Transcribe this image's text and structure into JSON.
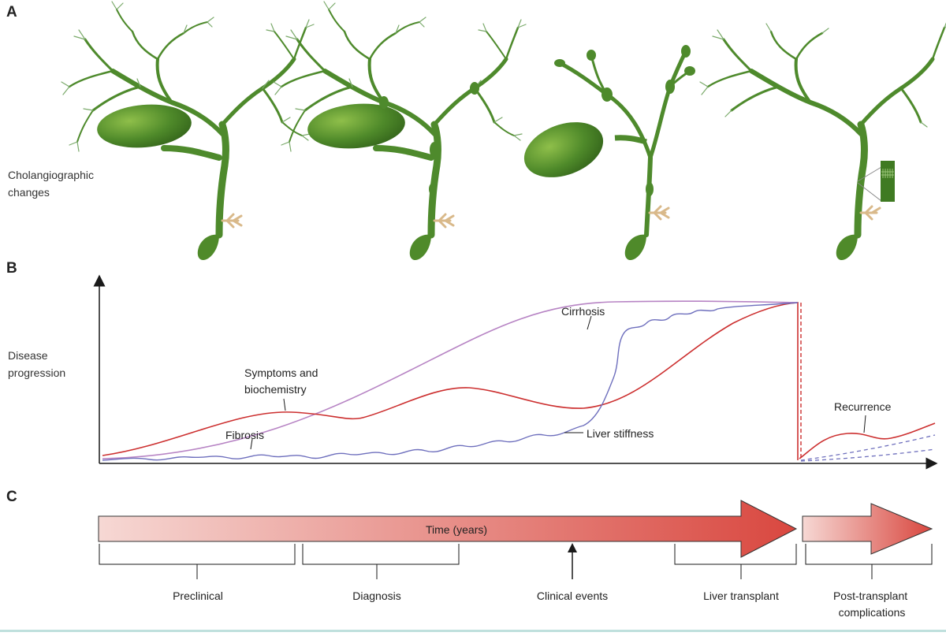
{
  "panel_a": {
    "letter": "A",
    "row_label": "Cholangiographic\nchanges"
  },
  "panel_b": {
    "letter": "B",
    "y_label": "Disease\nprogression",
    "curve_labels": {
      "cirrhosis": "Cirrhosis",
      "symptoms": "Symptoms and\nbiochemistry",
      "fibrosis": "Fibrosis",
      "liver_stiffness": "Liver stiffness",
      "recurrence": "Recurrence"
    },
    "colors": {
      "cirrhosis": "#b784c4",
      "symptoms": "#cc2f2f",
      "liver_stiffness": "#6e6fbd",
      "axis": "#1a1a1a"
    }
  },
  "panel_c": {
    "letter": "C",
    "arrow_label": "Time (years)",
    "phases": [
      "Preclinical",
      "Diagnosis",
      "Clinical events",
      "Liver transplant",
      "Post-transplant\ncomplications"
    ],
    "colors": {
      "arrow_start": "#f6d8d4",
      "arrow_end": "#d9473f"
    }
  },
  "icons": {
    "biliary_tree": "biliary-tree-illustration",
    "stent": "stent-icon"
  }
}
